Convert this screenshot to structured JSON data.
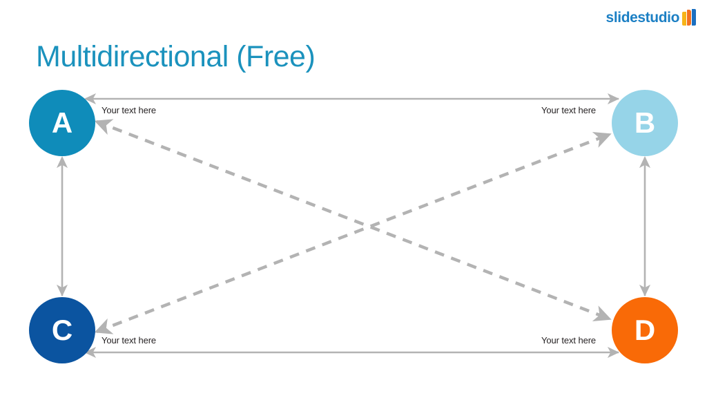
{
  "slide": {
    "title": "Multidirectional (Free)",
    "background_color": "#ffffff",
    "title_color": "#1b92bd"
  },
  "logo": {
    "text": "slidestudio",
    "text_color": "#1b7fc4",
    "mark_name": "slidestudio-bars-icon",
    "mark_colors": [
      "#f7b418",
      "#f4711f",
      "#1b6fc0"
    ]
  },
  "diagram": {
    "type": "multidirectional-relationship",
    "nodes": [
      {
        "id": "a",
        "label": "A",
        "color": "#0f8cba",
        "text_color": "#ffffff",
        "position": "top-left"
      },
      {
        "id": "b",
        "label": "B",
        "color": "#96d4e8",
        "text_color": "#ffffff",
        "position": "top-right"
      },
      {
        "id": "c",
        "label": "C",
        "color": "#0b54a0",
        "text_color": "#ffffff",
        "position": "bottom-left"
      },
      {
        "id": "d",
        "label": "D",
        "color": "#f96a07",
        "text_color": "#ffffff",
        "position": "bottom-right"
      }
    ],
    "connectors": [
      {
        "id": "ab",
        "from": "A",
        "to": "B",
        "style": "solid",
        "heads": "both",
        "color": "#b3b3b3"
      },
      {
        "id": "cd",
        "from": "C",
        "to": "D",
        "style": "solid",
        "heads": "both",
        "color": "#b3b3b3"
      },
      {
        "id": "ac",
        "from": "A",
        "to": "C",
        "style": "solid",
        "heads": "both",
        "color": "#b3b3b3"
      },
      {
        "id": "bd",
        "from": "B",
        "to": "D",
        "style": "solid",
        "heads": "both",
        "color": "#b3b3b3"
      },
      {
        "id": "ad",
        "from": "A",
        "to": "D",
        "style": "dashed",
        "heads": "both",
        "color": "#b3b3b3"
      },
      {
        "id": "cb",
        "from": "C",
        "to": "B",
        "style": "dashed",
        "heads": "both",
        "color": "#b3b3b3"
      }
    ],
    "labels": {
      "ab": "Your text here",
      "ba": "Your text here",
      "cd": "Your text here",
      "dc": "Your text here"
    }
  }
}
